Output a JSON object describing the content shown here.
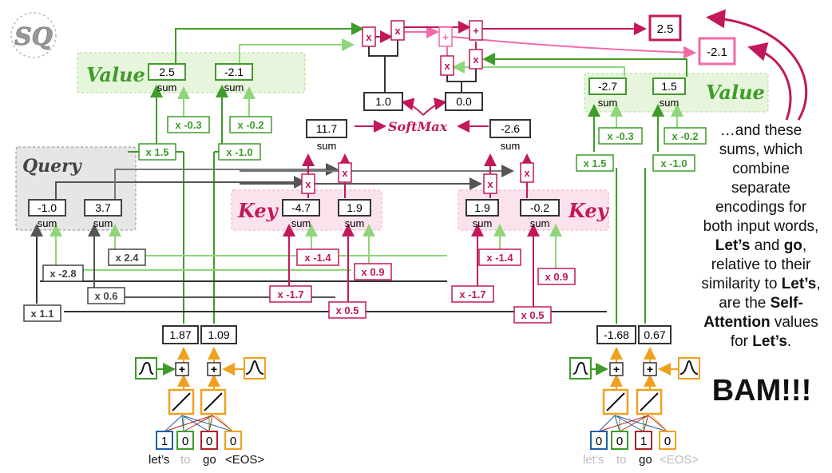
{
  "colors": {
    "green": "#3f9b2a",
    "light_green": "#8fd67a",
    "pink": "#c2185b",
    "light_pink": "#f06ba8",
    "dark": "#333333",
    "gray": "#777777",
    "orange": "#f0a020",
    "blue": "#1f5fa8",
    "red": "#b22222",
    "value_bg": "#e6f5dc",
    "key_bg": "#fbe3ee",
    "query_bg": "#e6e6e6"
  },
  "logo": {
    "text": "SQ"
  },
  "left": {
    "value_title": "Value",
    "value_sums": [
      "2.5",
      "-2.1"
    ],
    "query_title": "Query",
    "query_sums": [
      "-1.0",
      "3.7"
    ],
    "key_title": "Key",
    "key_sums": [
      "-4.7",
      "1.9"
    ],
    "value_weights": [
      "x -0.3",
      "x -0.2",
      "x 1.5",
      "x -1.0"
    ],
    "query_weights": [
      "x 2.4",
      "x -2.8",
      "x 0.6",
      "x 1.1"
    ],
    "key_weights": [
      "x -1.4",
      "x 0.9",
      "x -1.7",
      "x 0.5"
    ],
    "embeddings": [
      "1.87",
      "1.09"
    ],
    "one_hot": [
      "1",
      "0",
      "0",
      "0"
    ],
    "words": [
      "let’s",
      "to",
      "go",
      "<EOS>"
    ]
  },
  "right": {
    "value_title": "Value",
    "value_sums": [
      "-2.7",
      "1.5"
    ],
    "key_title": "Key",
    "key_sums": [
      "1.9",
      "-0.2"
    ],
    "value_weights": [
      "x -0.3",
      "x -0.2",
      "x 1.5",
      "x -1.0"
    ],
    "key_weights": [
      "x -1.4",
      "x 0.9",
      "x -1.7",
      "x 0.5"
    ],
    "embeddings": [
      "-1.68",
      "0.67"
    ],
    "one_hot": [
      "0",
      "0",
      "1",
      "0"
    ],
    "words": [
      "let’s",
      "to",
      "go",
      "<EOS>"
    ]
  },
  "sum_label": "sum",
  "similarity": {
    "left": "11.7",
    "right": "-2.6"
  },
  "softmax": {
    "label": "SoftMax",
    "outputs": [
      "1.0",
      "0.0"
    ]
  },
  "ops": {
    "mult": "x",
    "add": "+"
  },
  "outputs": [
    "2.5",
    "-2.1"
  ],
  "caption": {
    "line1": "…and these sums, which combine separate encodings for both input words, ",
    "word1": "Let’s",
    "line2": " and ",
    "word2": "go",
    "line3": ", relative to their similarity to ",
    "word3": "Let’s",
    "line4": ", are the ",
    "term": "Self-Attention",
    "line5": " values for ",
    "word4": "Let’s",
    "line6": "."
  },
  "bam": "BAM!!!"
}
